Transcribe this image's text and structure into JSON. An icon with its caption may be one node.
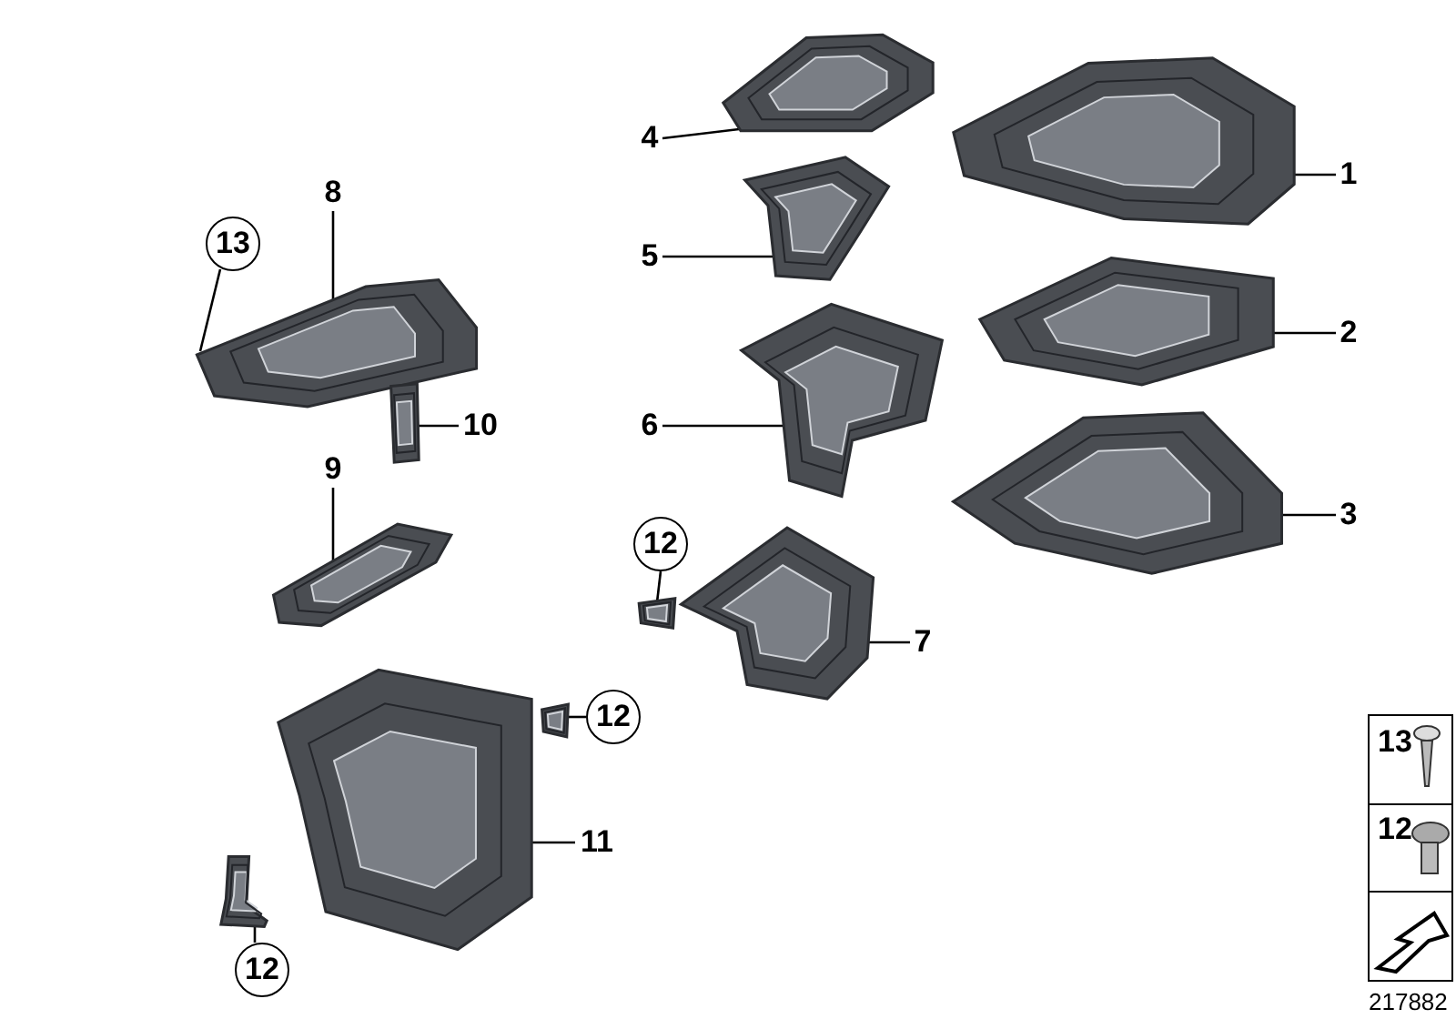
{
  "diagram": {
    "nodes": [
      {
        "text": [
          "8"
        ]
      },
      {
        "text": [
          "13"
        ]
      },
      {
        "text": [],
        "shape": "picture"
      },
      {
        "text": [
          "4"
        ]
      },
      {
        "text": [],
        "shape": "picture"
      },
      {
        "text": [
          "1"
        ]
      },
      {
        "text": [],
        "shape": "picture"
      },
      {
        "text": [
          "5"
        ]
      },
      {
        "text": [],
        "shape": "picture"
      },
      {
        "text": [
          "2"
        ]
      },
      {
        "text": [],
        "shape": "picture"
      },
      {
        "text": [
          "10"
        ]
      },
      {
        "text": [],
        "shape": "picture"
      },
      {
        "text": [
          "6"
        ]
      },
      {
        "text": [],
        "shape": "picture"
      },
      {
        "text": [
          "9"
        ]
      },
      {
        "text": [],
        "shape": "picture"
      },
      {
        "text": [
          "3"
        ]
      },
      {
        "text": [],
        "shape": "picture"
      },
      {
        "text": [
          "12"
        ]
      },
      {
        "text": [],
        "shape": "picture"
      },
      {
        "text": [],
        "shape": "picture"
      },
      {
        "text": [
          "7"
        ]
      },
      {
        "text": [
          "12"
        ]
      },
      {
        "text": [],
        "shape": "picture"
      },
      {
        "text": [],
        "shape": "picture"
      },
      {
        "text": [
          "11"
        ]
      },
      {
        "text": [
          "12"
        ]
      },
      {
        "text": [],
        "shape": "picture"
      }
    ],
    "edges": [
      {
        "from": 0,
        "to": 2,
        "arrow": "none"
      },
      {
        "from": 1,
        "to": 2,
        "arrow": "none"
      },
      {
        "from": 3,
        "to": 4,
        "arrow": "none"
      },
      {
        "from": 5,
        "to": 6,
        "arrow": "none"
      },
      {
        "from": 7,
        "to": 8,
        "arrow": "none"
      },
      {
        "from": 9,
        "to": 10,
        "arrow": "none"
      },
      {
        "from": 11,
        "to": 12,
        "arrow": "none"
      },
      {
        "from": 13,
        "to": 14,
        "arrow": "none"
      },
      {
        "from": 15,
        "to": 16,
        "arrow": "none"
      },
      {
        "from": 17,
        "to": 18,
        "arrow": "none"
      },
      {
        "from": 19,
        "to": 20,
        "arrow": "none"
      },
      {
        "from": 22,
        "to": 21,
        "arrow": "none"
      },
      {
        "from": 23,
        "to": 24,
        "arrow": "none"
      },
      {
        "from": 26,
        "to": 25,
        "arrow": "none"
      },
      {
        "from": 27,
        "to": 28,
        "arrow": "none"
      }
    ],
    "labels": [
      "13",
      "12",
      "217882"
    ]
  }
}
